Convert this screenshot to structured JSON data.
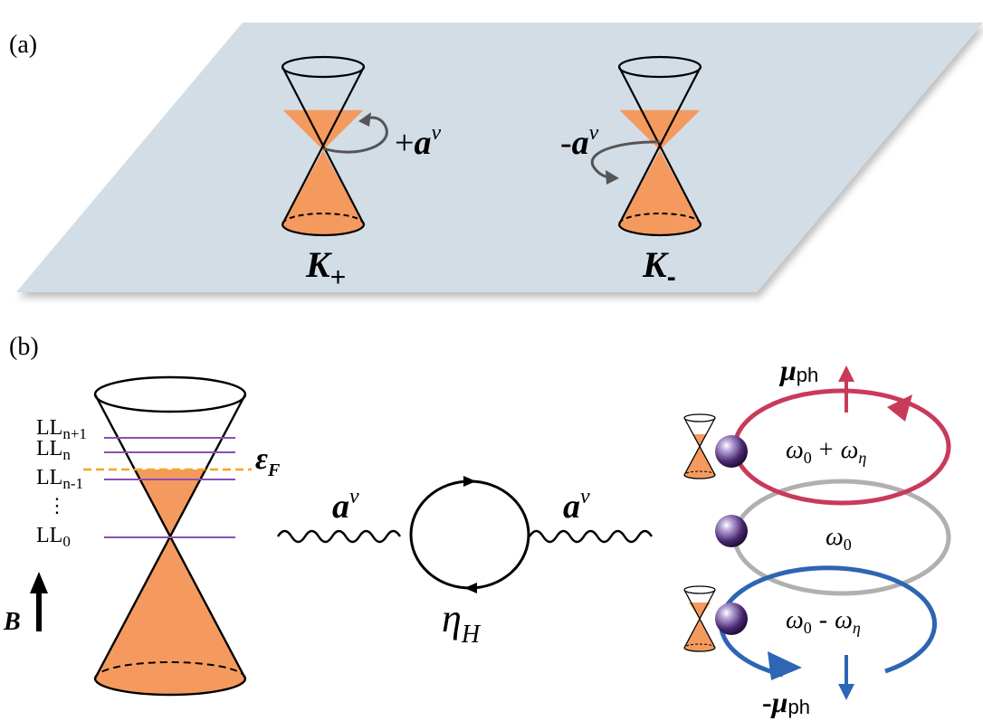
{
  "panel_labels": {
    "a": "(a)",
    "b": "(b)"
  },
  "panel_a": {
    "valley_left": {
      "main": "K",
      "sub": "+"
    },
    "valley_right": {
      "main": "K",
      "sub": "-"
    },
    "wave_plus": {
      "sign": "+",
      "main": "a",
      "sup": "ν"
    },
    "wave_minus": {
      "sign": "-",
      "main": "a",
      "sup": "ν"
    }
  },
  "panel_b": {
    "landau_levels": [
      {
        "base": "LL",
        "sub": "n+1"
      },
      {
        "base": "LL",
        "sub": "n"
      },
      {
        "base": "LL",
        "sub": "n-1"
      },
      {
        "base": "LL",
        "sub": "0"
      }
    ],
    "dots": "⋮",
    "fermi_label": {
      "main": "ε",
      "sub": "F"
    },
    "field_label": "B",
    "wave_left": {
      "main": "a",
      "sup": "ν"
    },
    "wave_right": {
      "main": "a",
      "sup": "ν"
    },
    "loop_label": {
      "main": "η",
      "sub": "H"
    },
    "ring_top": {
      "w": "ω",
      "w_sub": "0",
      "op": "+",
      "eta": "ω",
      "eta_sub": "η"
    },
    "ring_mid": {
      "w": "ω",
      "w_sub": "0"
    },
    "ring_bot": {
      "w": "ω",
      "w_sub": "0",
      "op": "-",
      "eta": "ω",
      "eta_sub": "η"
    },
    "mu_top": {
      "main": "μ",
      "sub": "ph"
    },
    "mu_bot": {
      "sign": "-",
      "main": "μ",
      "sub": "ph"
    }
  },
  "colors": {
    "plane": "#d3dde6",
    "orange": "#f59a5f",
    "purple": "#8a4fb3",
    "fermi": "#f5a623",
    "red": "#c93a5a",
    "blue": "#2e65b4",
    "gray": "#b0b0b0",
    "dark_arrow": "#555555"
  }
}
